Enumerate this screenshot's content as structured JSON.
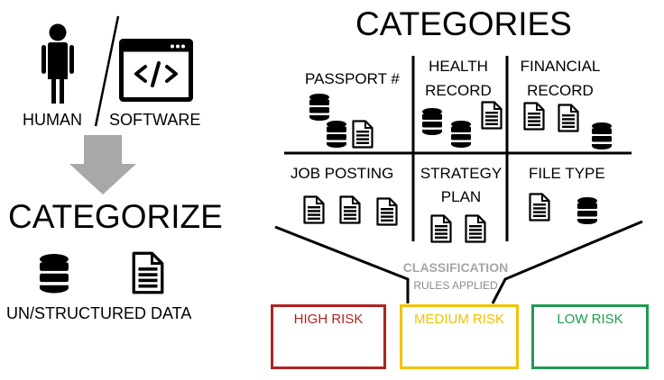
{
  "header": {
    "title": "CATEGORIES"
  },
  "actors": {
    "human_label": "HUMAN",
    "software_label": "SOFTWARE"
  },
  "categorize": {
    "title": "CATEGORIZE",
    "data_label": "UN/STRUCTURED DATA"
  },
  "grid": {
    "passport": "PASSPORT #",
    "health_line1": "HEALTH",
    "health_line2": "RECORD",
    "financial_line1": "FINANCIAL",
    "financial_line2": "RECORD",
    "job": "JOB POSTING",
    "strategy_line1": "STRATEGY",
    "strategy_line2": "PLAN",
    "filetype": "FILE TYPE"
  },
  "classification": {
    "title": "CLASSIFICATION",
    "subtitle": "RULES APPLIED"
  },
  "risks": {
    "high": {
      "label": "HIGH RISK",
      "color": "#b22222"
    },
    "medium": {
      "label": "MEDIUM RISK",
      "color": "#f2c200"
    },
    "low": {
      "label": "LOW RISK",
      "color": "#1e9b50"
    }
  },
  "icons": [
    "person-icon",
    "code-window-icon",
    "database-icon",
    "document-icon",
    "down-arrow-icon"
  ]
}
